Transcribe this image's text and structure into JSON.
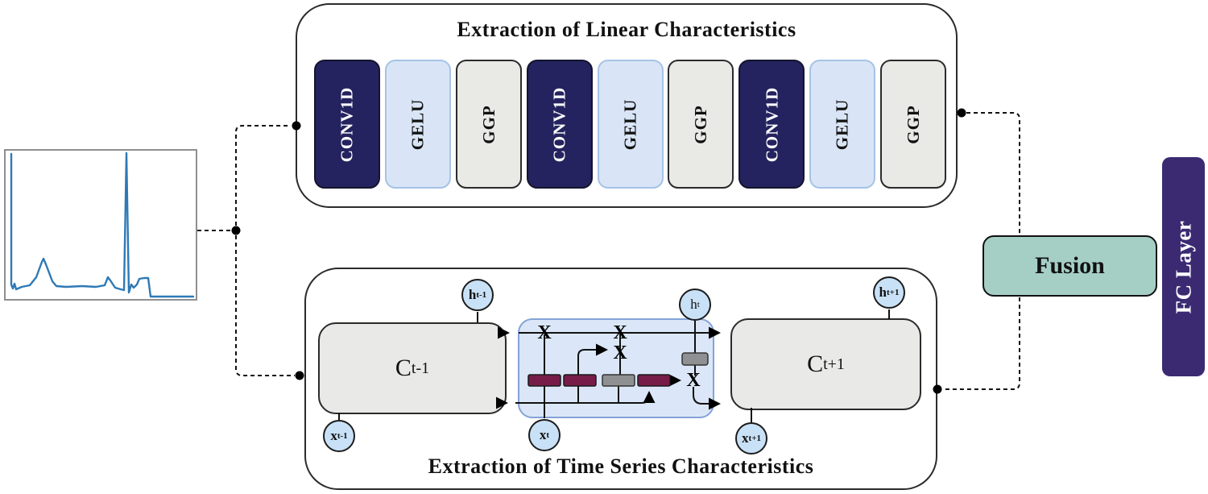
{
  "top_box": {
    "title": "Extraction of Linear Characteristics",
    "blocks": [
      {
        "label": "CONV1D",
        "type": "conv"
      },
      {
        "label": "GELU",
        "type": "gelu"
      },
      {
        "label": "GGP",
        "type": "ggp"
      },
      {
        "label": "CONV1D",
        "type": "conv"
      },
      {
        "label": "GELU",
        "type": "gelu"
      },
      {
        "label": "GGP",
        "type": "ggp"
      },
      {
        "label": "CONV1D",
        "type": "conv"
      },
      {
        "label": "GELU",
        "type": "gelu"
      },
      {
        "label": "GGP",
        "type": "ggp"
      }
    ]
  },
  "bottom_box": {
    "title": "Extraction of Time Series Characteristics",
    "cell_prev": {
      "base": "C",
      "sub": "t-1"
    },
    "cell_next": {
      "base": "C",
      "sub": "t+1"
    },
    "h_prev": {
      "base": "h",
      "sub": "t-1"
    },
    "h_curr": {
      "base": "h",
      "sub": "t"
    },
    "h_next": {
      "base": "h",
      "sub": "t+1"
    },
    "x_prev": {
      "base": "x",
      "sub": "t-1"
    },
    "x_curr": {
      "base": "x",
      "sub": "t"
    },
    "x_next": {
      "base": "x",
      "sub": "t+1"
    },
    "gate_symbol": "X"
  },
  "fusion": {
    "label": "Fusion"
  },
  "fc_layer": {
    "label": "FC Layer"
  },
  "colors": {
    "conv_navy": "#24235f",
    "gelu_blue": "#d9e5f6",
    "ggp_gray": "#e9e9e6",
    "lstm_cell_blue": "#dbe7f8",
    "gate_maroon": "#771c49",
    "gate_gray": "#8f9092",
    "node_circle_blue": "#c9e1f6",
    "fusion_teal": "#a5cfc5",
    "fc_purple": "#3b2a72",
    "ecg_blue": "#2e79b5"
  }
}
